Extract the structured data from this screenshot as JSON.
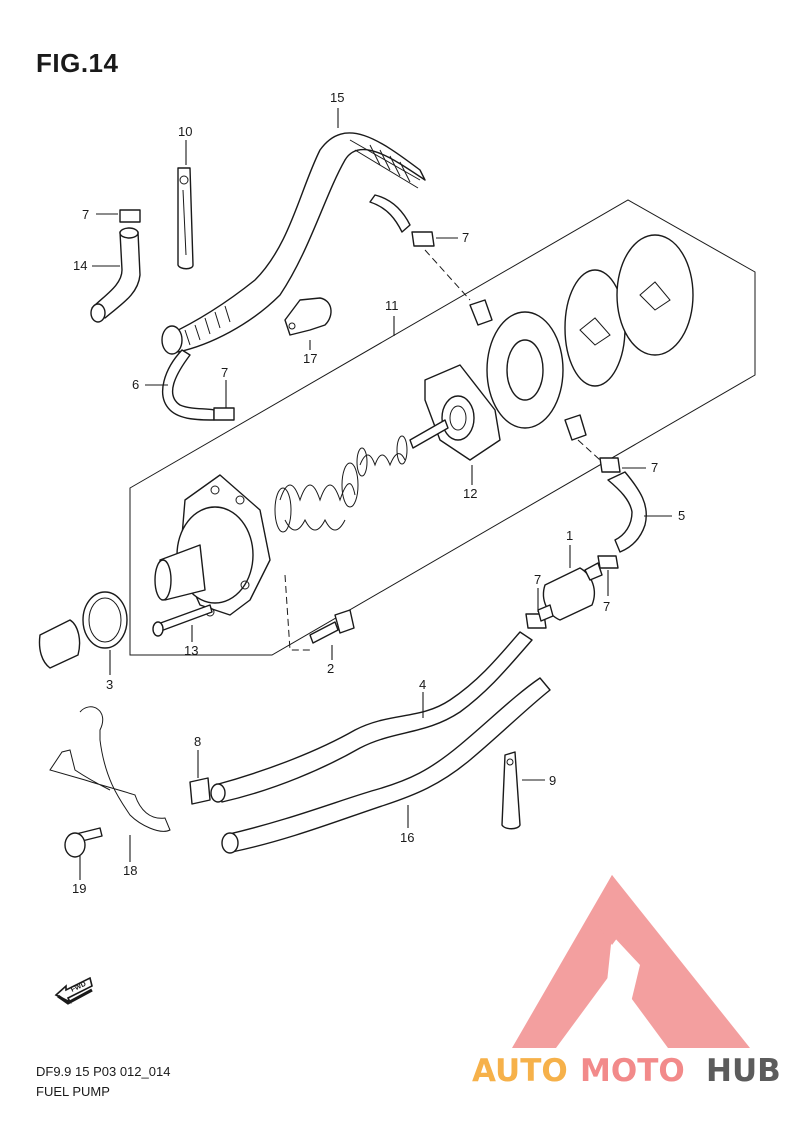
{
  "figure": {
    "title": "FIG.14",
    "code": "DF9.9 15 P03 012_014",
    "name": "FUEL PUMP"
  },
  "callouts": [
    "1",
    "2",
    "3",
    "4",
    "5",
    "6",
    "7",
    "8",
    "9",
    "10",
    "11",
    "12",
    "13",
    "14",
    "15",
    "16",
    "17",
    "18",
    "19"
  ],
  "fwd_label": "FWD",
  "watermark": {
    "text_a": "AUTO",
    "text_b": "MOTO",
    "text_c": "HUB",
    "colors": {
      "orange": "#f6b14a",
      "pink": "#f28a8a",
      "grey": "#5c5c5c",
      "triangle": "#f39a9a"
    }
  }
}
